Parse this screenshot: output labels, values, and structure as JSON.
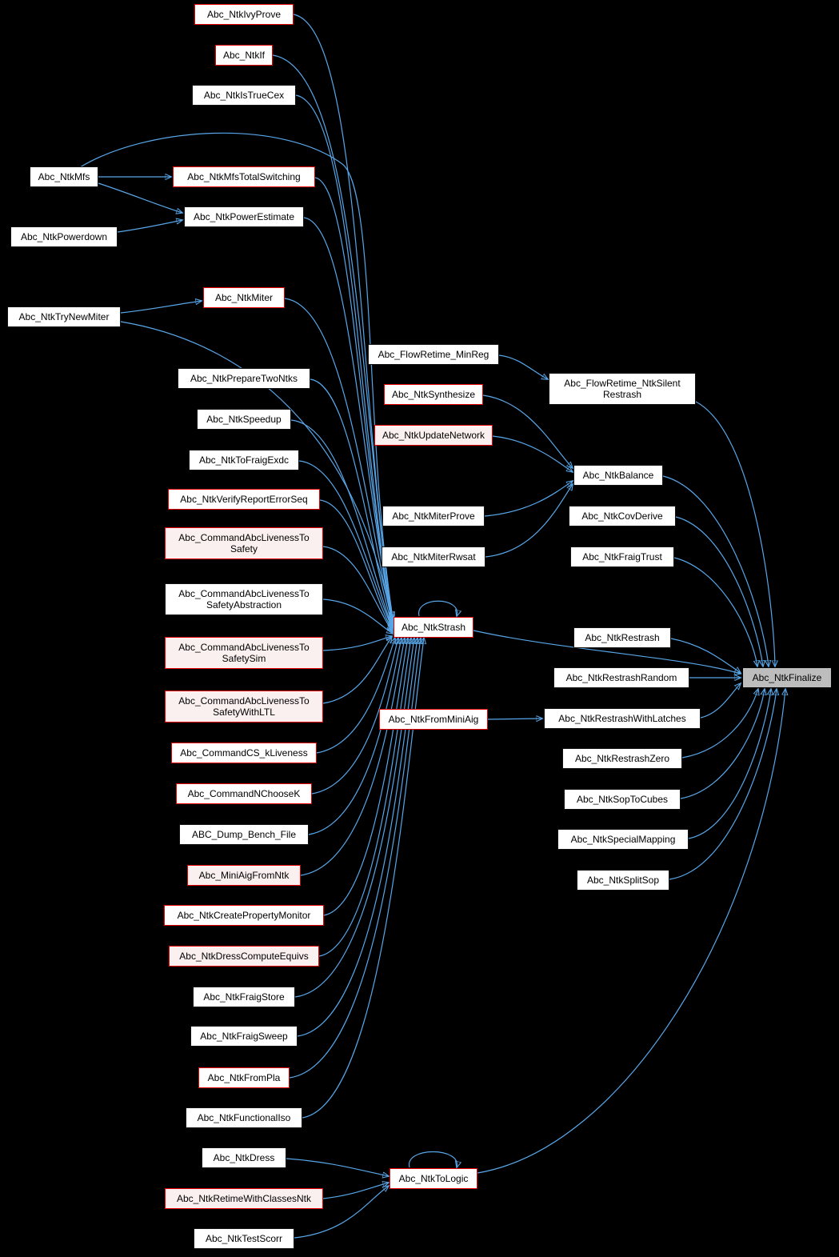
{
  "diagram": {
    "type": "caller-graph",
    "colors": {
      "background": "#000000",
      "edge": "#58a6e8",
      "node_border_red": "#e20000",
      "node_fill_pink": "#fbf0f0",
      "highlight_node_fill": "#bdbdbd"
    },
    "nodes": [
      {
        "label": "Abc_NtkIvyProve"
      },
      {
        "label": "Abc_NtkIf"
      },
      {
        "label": "Abc_NtkIsTrueCex"
      },
      {
        "label": "Abc_NtkMfs"
      },
      {
        "label": "Abc_NtkMfsTotalSwitching"
      },
      {
        "label": "Abc_NtkPowerEstimate"
      },
      {
        "label": "Abc_NtkPowerdown"
      },
      {
        "label": "Abc_NtkMiter"
      },
      {
        "label": "Abc_NtkTryNewMiter"
      },
      {
        "label": "Abc_NtkPrepareTwoNtks"
      },
      {
        "label": "Abc_NtkSpeedup"
      },
      {
        "label": "Abc_NtkToFraigExdc"
      },
      {
        "label": "Abc_NtkVerifyReportErrorSeq"
      },
      {
        "label": "Abc_CommandAbcLivenessTo Safety"
      },
      {
        "label": "Abc_CommandAbcLivenessTo SafetyAbstraction"
      },
      {
        "label": "Abc_CommandAbcLivenessTo SafetySim"
      },
      {
        "label": "Abc_CommandAbcLivenessTo SafetyWithLTL"
      },
      {
        "label": "Abc_CommandCS_kLiveness"
      },
      {
        "label": "Abc_CommandNChooseK"
      },
      {
        "label": "ABC_Dump_Bench_File"
      },
      {
        "label": "Abc_MiniAigFromNtk"
      },
      {
        "label": "Abc_NtkCreatePropertyMonitor"
      },
      {
        "label": "Abc_NtkDressComputeEquivs"
      },
      {
        "label": "Abc_NtkFraigStore"
      },
      {
        "label": "Abc_NtkFraigSweep"
      },
      {
        "label": "Abc_NtkFromPla"
      },
      {
        "label": "Abc_NtkFunctionalIso"
      },
      {
        "label": "Abc_NtkDress"
      },
      {
        "label": "Abc_NtkRetimeWithClassesNtk"
      },
      {
        "label": "Abc_NtkTestScorr"
      },
      {
        "label": "Abc_FlowRetime_MinReg"
      },
      {
        "label": "Abc_NtkSynthesize"
      },
      {
        "label": "Abc_NtkUpdateNetwork"
      },
      {
        "label": "Abc_NtkMiterProve"
      },
      {
        "label": "Abc_NtkMiterRwsat"
      },
      {
        "label": "Abc_NtkStrash"
      },
      {
        "label": "Abc_NtkFromMiniAig"
      },
      {
        "label": "Abc_NtkToLogic"
      },
      {
        "label": "Abc_FlowRetime_NtkSilent Restrash"
      },
      {
        "label": "Abc_NtkBalance"
      },
      {
        "label": "Abc_NtkCovDerive"
      },
      {
        "label": "Abc_NtkFraigTrust"
      },
      {
        "label": "Abc_NtkRestrash"
      },
      {
        "label": "Abc_NtkRestrashRandom"
      },
      {
        "label": "Abc_NtkRestrashWithLatches"
      },
      {
        "label": "Abc_NtkRestrashZero"
      },
      {
        "label": "Abc_NtkSopToCubes"
      },
      {
        "label": "Abc_NtkSpecialMapping"
      },
      {
        "label": "Abc_NtkSplitSop"
      },
      {
        "label": "Abc_NtkFinalize"
      }
    ],
    "edges": [
      {
        "from": "Abc_NtkIvyProve",
        "to": "Abc_NtkStrash"
      },
      {
        "from": "Abc_NtkIf",
        "to": "Abc_NtkStrash"
      },
      {
        "from": "Abc_NtkIsTrueCex",
        "to": "Abc_NtkStrash"
      },
      {
        "from": "Abc_NtkMfs",
        "to": "Abc_NtkMfsTotalSwitching"
      },
      {
        "from": "Abc_NtkMfs",
        "to": "Abc_NtkPowerEstimate"
      },
      {
        "from": "Abc_NtkMfs",
        "to": "Abc_NtkStrash"
      },
      {
        "from": "Abc_NtkMfsTotalSwitching",
        "to": "Abc_NtkStrash"
      },
      {
        "from": "Abc_NtkPowerEstimate",
        "to": "Abc_NtkStrash"
      },
      {
        "from": "Abc_NtkPowerdown",
        "to": "Abc_NtkPowerEstimate"
      },
      {
        "from": "Abc_NtkMiter",
        "to": "Abc_NtkStrash"
      },
      {
        "from": "Abc_NtkTryNewMiter",
        "to": "Abc_NtkMiter"
      },
      {
        "from": "Abc_NtkTryNewMiter",
        "to": "Abc_NtkStrash"
      },
      {
        "from": "Abc_NtkPrepareTwoNtks",
        "to": "Abc_NtkStrash"
      },
      {
        "from": "Abc_NtkSpeedup",
        "to": "Abc_NtkStrash"
      },
      {
        "from": "Abc_NtkToFraigExdc",
        "to": "Abc_NtkStrash"
      },
      {
        "from": "Abc_NtkVerifyReportErrorSeq",
        "to": "Abc_NtkStrash"
      },
      {
        "from": "Abc_CommandAbcLivenessToSafety",
        "to": "Abc_NtkStrash"
      },
      {
        "from": "Abc_CommandAbcLivenessToSafetyAbstraction",
        "to": "Abc_NtkStrash"
      },
      {
        "from": "Abc_CommandAbcLivenessToSafetySim",
        "to": "Abc_NtkStrash"
      },
      {
        "from": "Abc_CommandAbcLivenessToSafetyWithLTL",
        "to": "Abc_NtkStrash"
      },
      {
        "from": "Abc_CommandCS_kLiveness",
        "to": "Abc_NtkStrash"
      },
      {
        "from": "Abc_CommandNChooseK",
        "to": "Abc_NtkStrash"
      },
      {
        "from": "ABC_Dump_Bench_File",
        "to": "Abc_NtkStrash"
      },
      {
        "from": "Abc_MiniAigFromNtk",
        "to": "Abc_NtkStrash"
      },
      {
        "from": "Abc_NtkCreatePropertyMonitor",
        "to": "Abc_NtkStrash"
      },
      {
        "from": "Abc_NtkDressComputeEquivs",
        "to": "Abc_NtkStrash"
      },
      {
        "from": "Abc_NtkFraigStore",
        "to": "Abc_NtkStrash"
      },
      {
        "from": "Abc_NtkFraigSweep",
        "to": "Abc_NtkStrash"
      },
      {
        "from": "Abc_NtkFromPla",
        "to": "Abc_NtkStrash"
      },
      {
        "from": "Abc_NtkFunctionalIso",
        "to": "Abc_NtkStrash"
      },
      {
        "from": "Abc_NtkStrash",
        "to": "Abc_NtkStrash"
      },
      {
        "from": "Abc_NtkDress",
        "to": "Abc_NtkToLogic"
      },
      {
        "from": "Abc_NtkRetimeWithClassesNtk",
        "to": "Abc_NtkToLogic"
      },
      {
        "from": "Abc_NtkTestScorr",
        "to": "Abc_NtkToLogic"
      },
      {
        "from": "Abc_NtkToLogic",
        "to": "Abc_NtkToLogic"
      },
      {
        "from": "Abc_FlowRetime_MinReg",
        "to": "Abc_FlowRetime_NtkSilentRestrash"
      },
      {
        "from": "Abc_NtkSynthesize",
        "to": "Abc_NtkBalance"
      },
      {
        "from": "Abc_NtkUpdateNetwork",
        "to": "Abc_NtkBalance"
      },
      {
        "from": "Abc_NtkMiterProve",
        "to": "Abc_NtkBalance"
      },
      {
        "from": "Abc_NtkMiterRwsat",
        "to": "Abc_NtkBalance"
      },
      {
        "from": "Abc_NtkFromMiniAig",
        "to": "Abc_NtkRestrashWithLatches"
      },
      {
        "from": "Abc_FlowRetime_NtkSilentRestrash",
        "to": "Abc_NtkFinalize"
      },
      {
        "from": "Abc_NtkBalance",
        "to": "Abc_NtkFinalize"
      },
      {
        "from": "Abc_NtkCovDerive",
        "to": "Abc_NtkFinalize"
      },
      {
        "from": "Abc_NtkFraigTrust",
        "to": "Abc_NtkFinalize"
      },
      {
        "from": "Abc_NtkRestrash",
        "to": "Abc_NtkFinalize"
      },
      {
        "from": "Abc_NtkRestrashRandom",
        "to": "Abc_NtkFinalize"
      },
      {
        "from": "Abc_NtkRestrashWithLatches",
        "to": "Abc_NtkFinalize"
      },
      {
        "from": "Abc_NtkRestrashZero",
        "to": "Abc_NtkFinalize"
      },
      {
        "from": "Abc_NtkSopToCubes",
        "to": "Abc_NtkFinalize"
      },
      {
        "from": "Abc_NtkSpecialMapping",
        "to": "Abc_NtkFinalize"
      },
      {
        "from": "Abc_NtkSplitSop",
        "to": "Abc_NtkFinalize"
      },
      {
        "from": "Abc_NtkStrash",
        "to": "Abc_NtkFinalize"
      },
      {
        "from": "Abc_NtkToLogic",
        "to": "Abc_NtkFinalize"
      }
    ]
  }
}
